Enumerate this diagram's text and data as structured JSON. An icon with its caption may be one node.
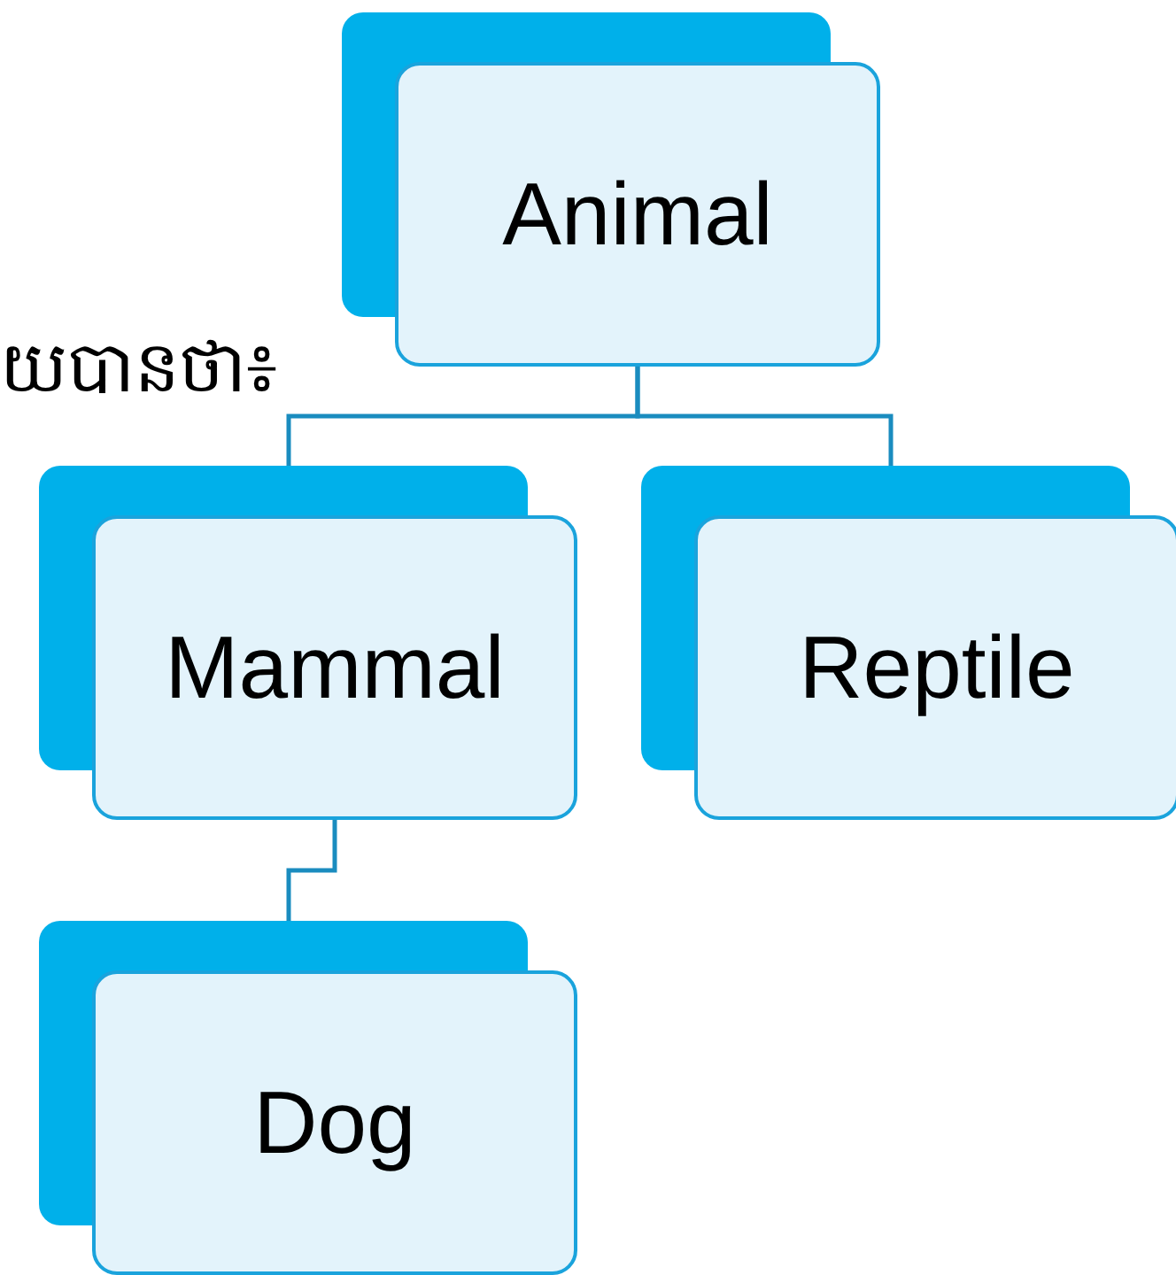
{
  "diagram": {
    "nodes": [
      {
        "text": [
          "Animal"
        ]
      },
      {
        "text": [
          "Mammal"
        ]
      },
      {
        "text": [
          "Reptile"
        ]
      },
      {
        "text": [
          "Dog"
        ]
      }
    ],
    "edges": [
      {
        "from": 0,
        "to": 1,
        "arrow": "none"
      },
      {
        "from": 0,
        "to": 2,
        "arrow": "none"
      },
      {
        "from": 1,
        "to": 3,
        "arrow": "none"
      }
    ],
    "labels": [
      "យបានថា៖"
    ]
  }
}
